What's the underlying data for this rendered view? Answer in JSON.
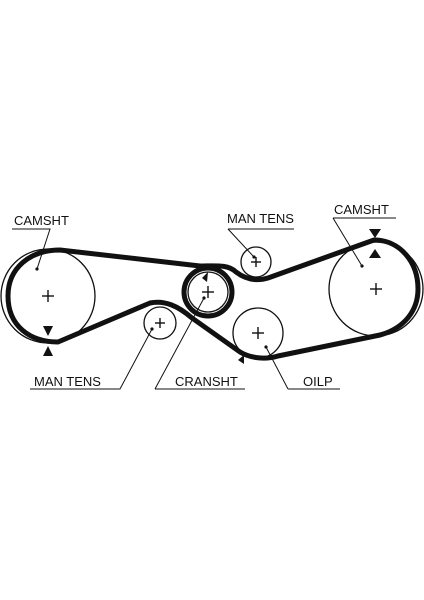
{
  "labels": {
    "camsht_left": "CAMSHT",
    "camsht_right": "CAMSHT",
    "man_tens_top": "MAN TENS",
    "man_tens_bottom": "MAN TENS",
    "cransht": "CRANSHT",
    "oilp": "OILP"
  },
  "colors": {
    "line": "#111111",
    "background": "#ffffff"
  }
}
